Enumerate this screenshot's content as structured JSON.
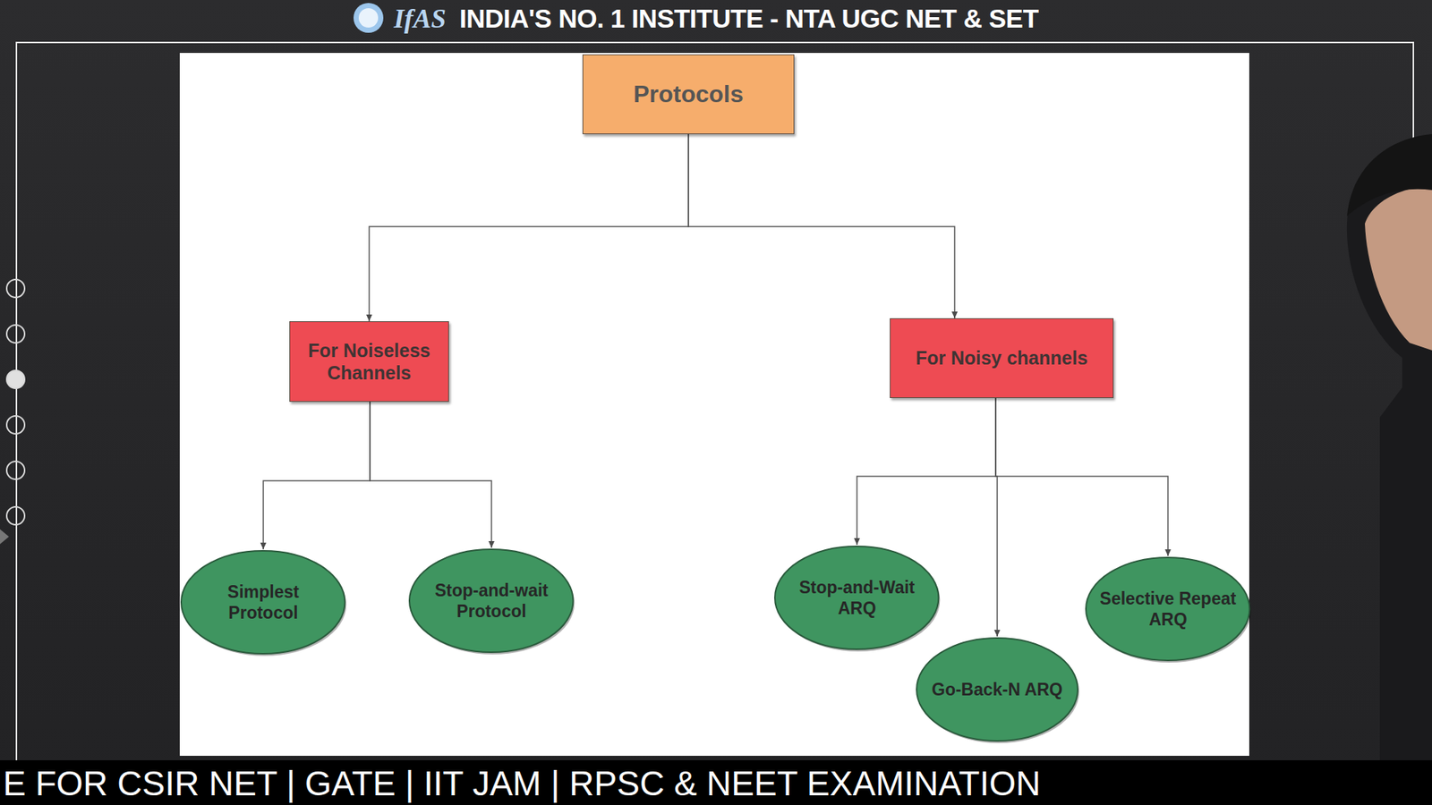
{
  "diagram": {
    "nodes": [
      {
        "text": [
          "Protocols"
        ]
      },
      {
        "text": [
          "For Noiseless Channels"
        ]
      },
      {
        "text": [
          "For Noisy channels"
        ]
      },
      {
        "text": [
          "Simplest Protocol"
        ]
      },
      {
        "text": [
          "Stop-and-wait Protocol"
        ]
      },
      {
        "text": [
          "Stop-and-Wait ARQ"
        ]
      },
      {
        "text": [
          "Go-Back-N ARQ"
        ]
      },
      {
        "text": [
          "Selective Repeat ARQ"
        ]
      }
    ],
    "edges": [
      {
        "from": 0,
        "to": 1,
        "arrow": "to"
      },
      {
        "from": 0,
        "to": 2,
        "arrow": "to"
      },
      {
        "from": 1,
        "to": 3,
        "arrow": "to"
      },
      {
        "from": 1,
        "to": 4,
        "arrow": "to"
      },
      {
        "from": 2,
        "to": 5,
        "arrow": "to"
      },
      {
        "from": 2,
        "to": 6,
        "arrow": "to"
      },
      {
        "from": 2,
        "to": 7,
        "arrow": "to"
      }
    ],
    "labels": [
      "IfAS",
      "INDIA'S NO. 1 INSTITUTE - NTA UGC NET & SET",
      "E FOR CSIR NET | GATE | IIT JAM | RPSC & NEET EXAMINATION"
    ]
  }
}
